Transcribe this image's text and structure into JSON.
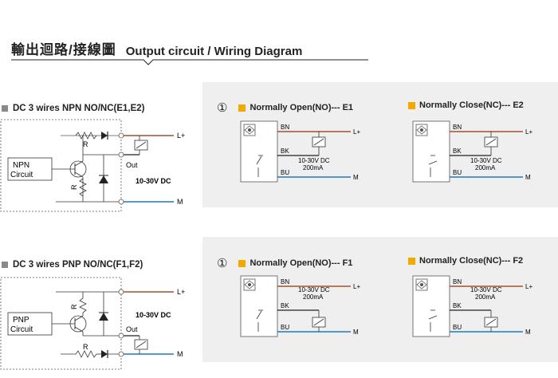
{
  "header": {
    "title_cn": "輸出迴路/接線圖",
    "title_en": "Output circuit / Wiring Diagram"
  },
  "colors": {
    "brown": "#a0522d",
    "blue": "#1f78c1",
    "orange": "#f2a900",
    "panel": "#efefef"
  },
  "npn": {
    "title": "DC 3 wires NPN NO/NC(E1,E2)",
    "box_label_1": "NPN",
    "box_label_2": "Circuit",
    "r_top": "R",
    "r_side": "R",
    "out": "Out",
    "voltage": "10-30V DC",
    "l_plus": "L+",
    "m": "M",
    "circle_num": "①",
    "no_title": "Normally Open(NO)--- E1",
    "nc_title": "Normally Close(NC)--- E2"
  },
  "pnp": {
    "title": "DC 3 wires PNP NO/NC(F1,F2)",
    "box_label_1": "PNP",
    "box_label_2": "Circuit",
    "r_top": "R",
    "r_side": "R",
    "out": "Out",
    "voltage": "10-30V DC",
    "l_plus": "L+",
    "m": "M",
    "circle_num": "①",
    "no_title": "Normally Open(NO)--- F1",
    "nc_title": "Normally Close(NC)--- F2"
  },
  "wiring": {
    "bn": "BN",
    "bk": "BK",
    "bu": "BU",
    "volt": "10-30V DC",
    "current": "200mA",
    "l_plus": "L+",
    "m": "M"
  }
}
